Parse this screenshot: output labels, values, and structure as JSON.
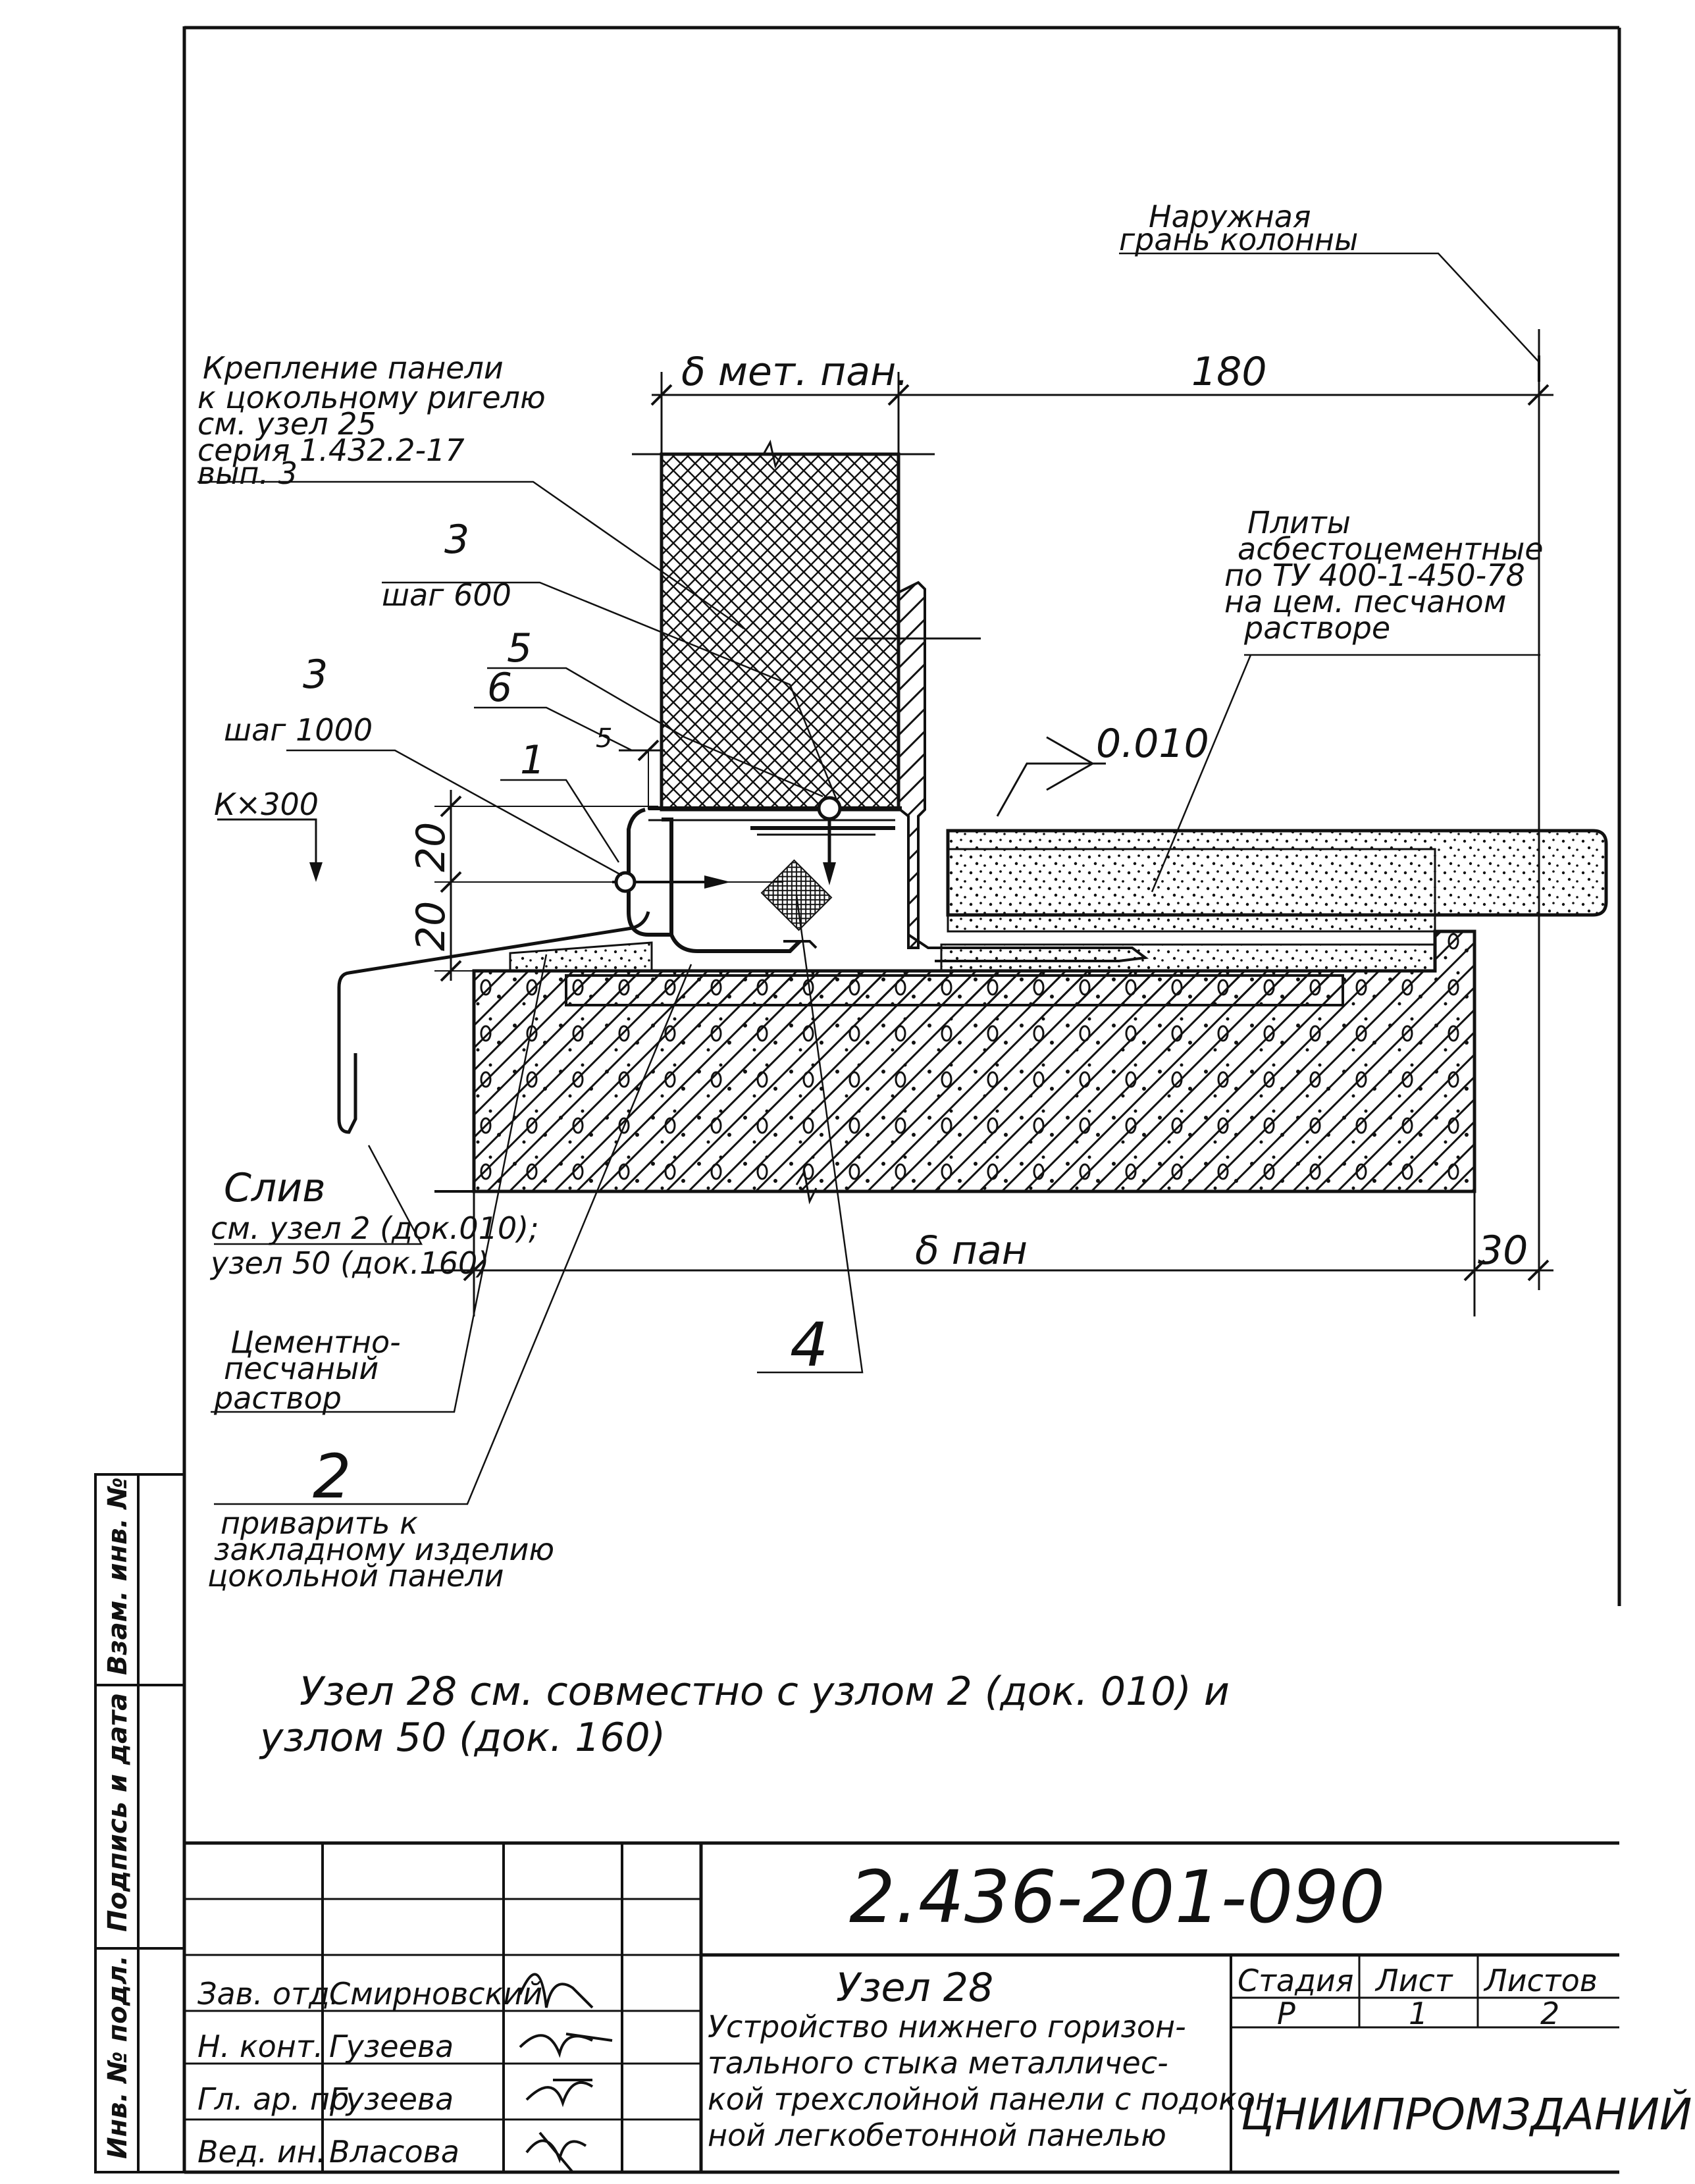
{
  "drawing": {
    "column_face": [
      "Наружная",
      "грань колонны"
    ],
    "dim_panel_thickness": "δ мет. пан.",
    "dim_180": "180",
    "fixing_note": [
      "Крепление панели",
      "к цокольному ригелю",
      "см. узел 25",
      "серия 1.432.2-17",
      "вып. 3"
    ],
    "pos3_step600": [
      "3",
      "шаг 600"
    ],
    "pos5": "5",
    "pos6": "6",
    "pos3_step1000": [
      "3",
      "шаг 1000"
    ],
    "pos1": "1",
    "kx300": "К×300",
    "dim_5": "5",
    "dim_20_top": "20",
    "dim_20_bottom": "20",
    "asbestos_plates": [
      "Плиты",
      "асбестоцементные",
      "по ТУ 400-1-450-78",
      "на цем. песчаном",
      "растворе"
    ],
    "level_mark": "0.010",
    "drain": [
      "Слив",
      "см. узел 2 (док.010);",
      "узел 50 (док.160)"
    ],
    "dim_panel": "δ пан",
    "dim_30": "30",
    "pos4": "4",
    "mortar": [
      "Цементно-",
      "песчаный",
      "раствор"
    ],
    "pos2": [
      "2",
      "приварить к",
      "закладному изделию",
      "цокольной панели"
    ],
    "note": [
      "Узел 28 см. совместно с узлом 2 (док. 010) и",
      "узлом 50 (док. 160)"
    ]
  },
  "side_stamps": [
    "Взам. инв. №",
    "Подпись и дата",
    "Инв. № подл."
  ],
  "title_block": {
    "code": "2.436-201-090",
    "node_title": "Узел 28",
    "description": [
      "Устройство нижнего горизон-",
      "тального стыка металличес-",
      "кой трехслойной панели с подокон-",
      "ной легкобетонной панелью"
    ],
    "stage_header": "Стадия",
    "sheet_header": "Лист",
    "sheets_header": "Листов",
    "stage": "Р",
    "sheet": "1",
    "sheets": "2",
    "organization": "ЦНИИПРОМЗДАНИЙ",
    "staff": [
      {
        "role": "Зав. отд.",
        "name": "Смирновский"
      },
      {
        "role": "Н. конт.",
        "name": "Гузеева"
      },
      {
        "role": "Гл. ар. пр.",
        "name": "Гузеева"
      },
      {
        "role": "Вед. ин.",
        "name": "Власова"
      }
    ]
  }
}
